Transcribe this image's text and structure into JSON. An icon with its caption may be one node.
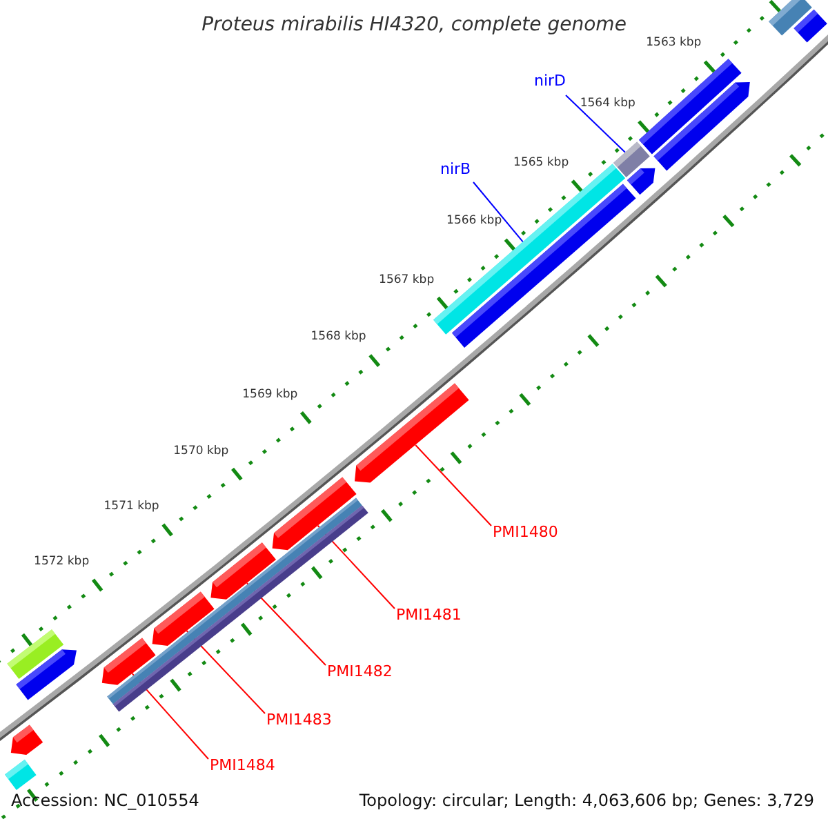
{
  "diagram": {
    "title": "Proteus mirabilis HI4320, complete genome",
    "nodes": [
      {
        "text": [
          "nirD"
        ]
      },
      {
        "text": [
          "nirB"
        ]
      },
      {
        "text": [],
        "shape": "bar"
      },
      {
        "text": [],
        "shape": "bar"
      },
      {
        "text": [
          "PMI1480"
        ]
      },
      {
        "text": [
          "PMI1481"
        ]
      },
      {
        "text": [
          "PMI1482"
        ]
      },
      {
        "text": [
          "PMI1483"
        ]
      },
      {
        "text": [
          "PMI1484"
        ]
      },
      {
        "text": [],
        "shape": "bar"
      },
      {
        "text": [],
        "shape": "bar"
      },
      {
        "text": [],
        "shape": "bar"
      },
      {
        "text": [],
        "shape": "bar"
      },
      {
        "text": [],
        "shape": "bar"
      },
      {
        "text": [],
        "shape": "bar"
      },
      {
        "text": [],
        "shape": "bar"
      },
      {
        "text": [],
        "shape": "bar"
      },
      {
        "text": [],
        "shape": "bar"
      },
      {
        "text": [],
        "shape": "bar"
      },
      {
        "text": [],
        "shape": "bar"
      },
      {
        "text": [],
        "shape": "bar"
      },
      {
        "text": [],
        "shape": "bar"
      },
      {
        "text": [],
        "shape": "bar"
      },
      {
        "text": [],
        "shape": "bar"
      },
      {
        "text": [],
        "shape": "bar"
      },
      {
        "text": [],
        "shape": "bar"
      }
    ],
    "edges": [
      {
        "from": 0,
        "to": 2,
        "arrow": "none",
        "color": "#0000ff"
      },
      {
        "from": 1,
        "to": 3,
        "arrow": "none",
        "color": "#0000ff"
      },
      {
        "from": 4,
        "to": 9,
        "arrow": "none"
      },
      {
        "from": 5,
        "to": 10,
        "arrow": "none"
      },
      {
        "from": 6,
        "to": 11,
        "arrow": "none"
      },
      {
        "from": 7,
        "to": 12,
        "arrow": "none"
      },
      {
        "from": 8,
        "to": 13,
        "arrow": "none"
      }
    ],
    "labels": [
      "1563 kbp",
      "1564 kbp",
      "1565 kbp",
      "1566 kbp",
      "1567 kbp",
      "1568 kbp",
      "1569 kbp",
      "1570 kbp",
      "1571 kbp",
      "1572 kbp",
      "Accession: NC_010554",
      "Topology: circular; Length: 4,063,606 bp; Genes: 3,729"
    ]
  }
}
